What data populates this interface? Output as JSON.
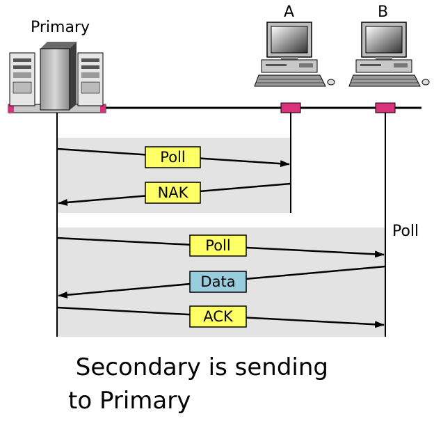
{
  "stations": {
    "primary": "Primary",
    "a": "A",
    "b": "B"
  },
  "phase_two_label": "Poll",
  "messages": {
    "poll_a": "Poll",
    "nak": "NAK",
    "poll_b": "Poll",
    "data": "Data",
    "ack": "ACK"
  },
  "colors": {
    "message_box": "#ffff66",
    "data_box": "#99ccdd",
    "exchange_shade": "#e3e3e3",
    "tap": "#d8337a"
  },
  "caption": {
    "line1": " Secondary is sending",
    "line2": "to Primary"
  }
}
